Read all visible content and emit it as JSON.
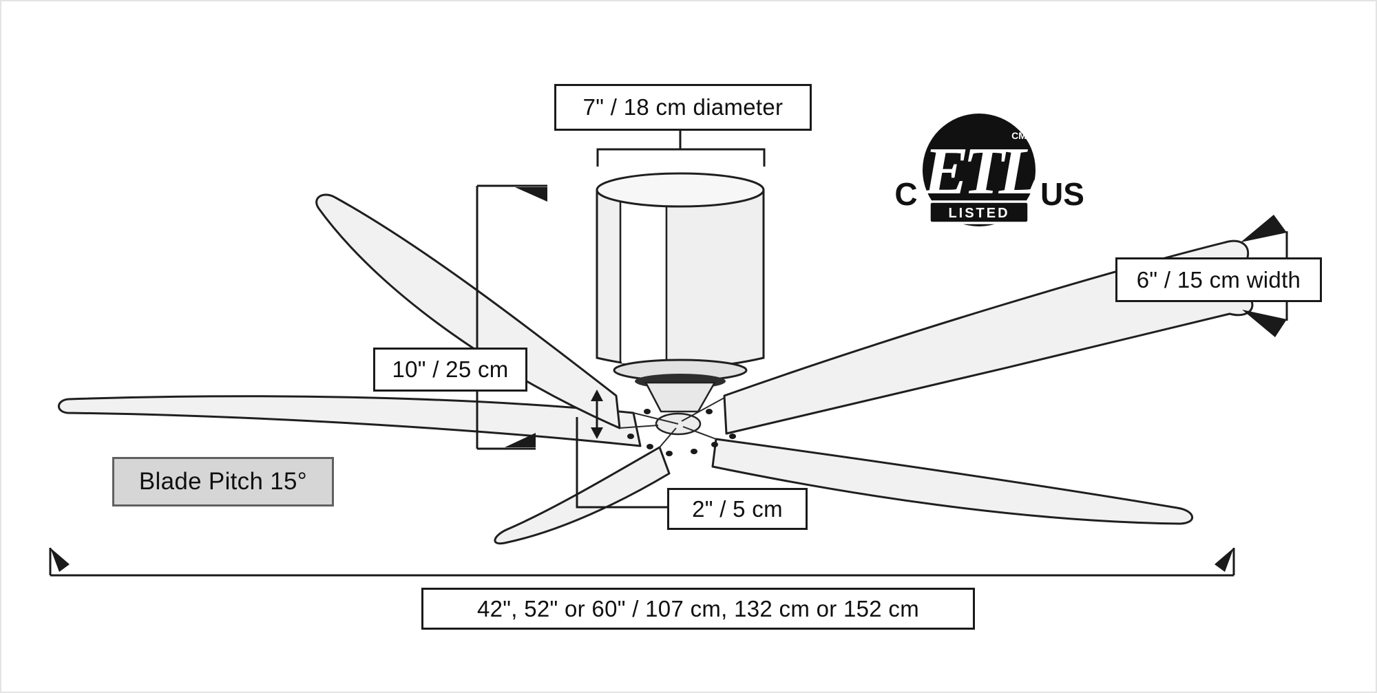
{
  "title": "Ceiling fan dimension diagram",
  "labels": {
    "diameter": "7\" / 18 cm diameter",
    "height": "10\" / 25 cm",
    "pitch": "Blade Pitch 15°",
    "clearance": "2\" / 5 cm",
    "width": "6\" / 15 cm width",
    "span": "42\", 52\" or 60\" / 107 cm, 132  cm or 152 cm"
  },
  "certification": {
    "brand": "ETL",
    "banner": "LISTED",
    "prefix": "C",
    "suffix": "US",
    "mark": "CM"
  },
  "colors": {
    "outline": "#1a1a1a",
    "blade_fill": "#f1f1f1",
    "housing_fill": "#efefef",
    "pitch_box_fill": "#d6d6d6",
    "logo": "#111111"
  }
}
